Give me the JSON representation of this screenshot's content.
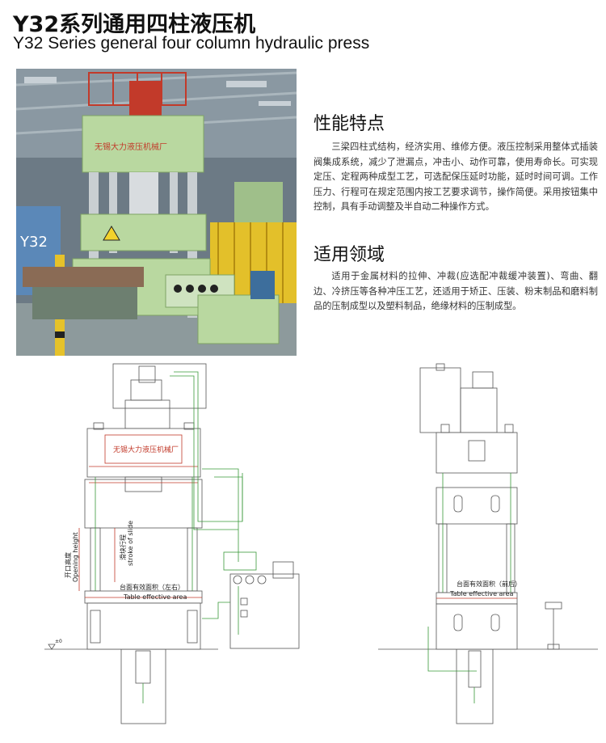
{
  "header": {
    "title_cn": "Y32系列通用四柱液压机",
    "title_en": "Y32 Series general four column hydraulic press"
  },
  "photo": {
    "machine_plate_text": "无锡大力液压机械厂"
  },
  "features": {
    "heading": "性能特点",
    "body": "三梁四柱式结构，经济实用、维修方便。液压控制采用整体式插装阀集成系统，减少了泄漏点，冲击小、动作可靠，使用寿命长。可实现定压、定程两种成型工艺，可选配保压延时功能，延时时间可调。工作压力、行程可在规定范围内按工艺要求调节，操作简便。采用按钮集中控制，具有手动调整及半自动二种操作方式。"
  },
  "applications": {
    "heading": "适用领域",
    "body": "适用于金属材料的拉伸、冲裁(应选配冲裁缓冲装置)、弯曲、翻边、冷挤压等各种冲压工艺，还适用于矫正、压装、粉末制品和磨料制品的压制成型以及塑料制品，绝缘材料的压制成型。"
  },
  "front_view": {
    "plate_text": "无锡大力液压机械厂",
    "opening_height_cn": "开口高度",
    "opening_height_en": "Opening height",
    "stroke_cn": "滑块行程",
    "stroke_en": "stroke of slide",
    "table_area_cn": "台面有效面积（左右）",
    "table_area_en": "Table effective area",
    "floor_mark": "±0"
  },
  "side_view": {
    "table_area_cn": "台面有效面积（前后）",
    "table_area_en": "Table effective area"
  },
  "colors": {
    "machine_green": "#b9d8a0",
    "line_green": "#3a9a3a",
    "drawing_red": "#d04040"
  }
}
